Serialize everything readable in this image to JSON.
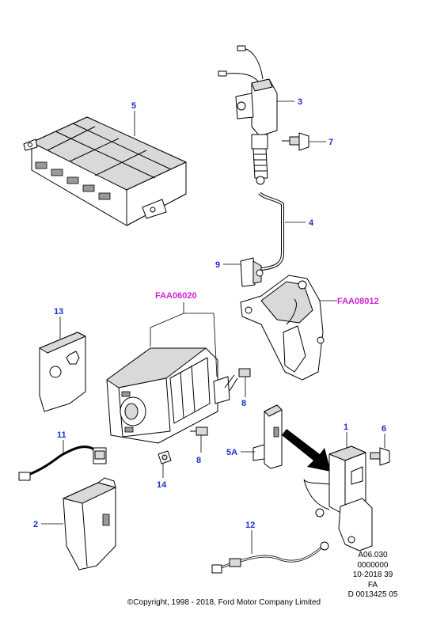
{
  "callouts": {
    "c5": "5",
    "c3": "3",
    "c7": "7",
    "c4": "4",
    "c9": "9",
    "faa06020": "FAA06020",
    "faa08012": "FAA08012",
    "c13": "13",
    "c8a": "8",
    "c8b": "8",
    "c1": "1",
    "c6": "6",
    "c5a": "5A",
    "c11": "11",
    "c14": "14",
    "c2": "2",
    "c12": "12"
  },
  "meta": {
    "line1": "A06.030",
    "line2": "0000000",
    "line3": "10-2018 39",
    "line4": "FA",
    "line5": "D 0013425 05"
  },
  "copyright": "©Copyright, 1998 - 2018, Ford Motor Company Limited",
  "colors": {
    "callout_blue": "#1e2fd0",
    "callout_magenta": "#d11fd1"
  }
}
